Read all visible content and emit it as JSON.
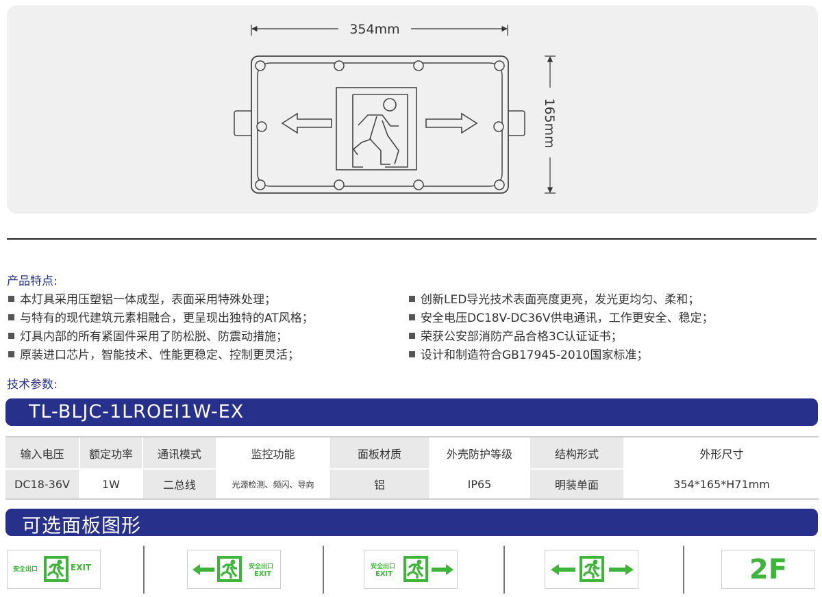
{
  "dimensions": {
    "width_label": "354mm",
    "height_label": "165mm"
  },
  "features": {
    "heading": "产品特点:",
    "left": [
      "本灯具采用压塑铝一体成型，表面采用特殊处理；",
      "与特有的现代建筑元素相融合，更呈现出独特的AT风格；",
      "灯具内部的所有紧固件采用了防松脱、防震动措施；",
      "原装进口芯片，智能技术、性能更稳定、控制更灵活；"
    ],
    "right": [
      "创新LED导光技术表面亮度更亮，发光更均匀、柔和；",
      "安全电压DC18V-DC36V供电通讯，工作更安全、稳定；",
      "荣获公安部消防产品合格3C认证证书；",
      "设计和制造符合GB17945-2010国家标准；"
    ]
  },
  "tech": {
    "heading": "技术参数:",
    "model": "TL-BLJC-1LROEⅠ1W-EX",
    "headers": [
      "输入电压",
      "额定功率",
      "通讯模式",
      "监控功能",
      "面板材质",
      "外壳防护等级",
      "结构形式",
      "外形尺寸"
    ],
    "values": [
      "DC18-36V",
      "1W",
      "二总线",
      "光源检测、频闪、导向",
      "铝",
      "IP65",
      "明装单面",
      "354*165*H71mm"
    ]
  },
  "options": {
    "heading": "可选面板图形",
    "panels": [
      {
        "cn": "安全出口",
        "en": "EXIT",
        "arrows": "none"
      },
      {
        "cn": "安全出口",
        "en": "EXIT",
        "arrows": "left"
      },
      {
        "cn": "安全出口",
        "en": "EXIT",
        "arrows": "right"
      },
      {
        "cn": "",
        "en": "",
        "arrows": "both"
      },
      {
        "cn": "",
        "en": "2F",
        "arrows": "none"
      }
    ]
  },
  "colors": {
    "brand": "#27308a",
    "sign_green": "#3db43a",
    "panel_bg": "#f0f0f1"
  }
}
